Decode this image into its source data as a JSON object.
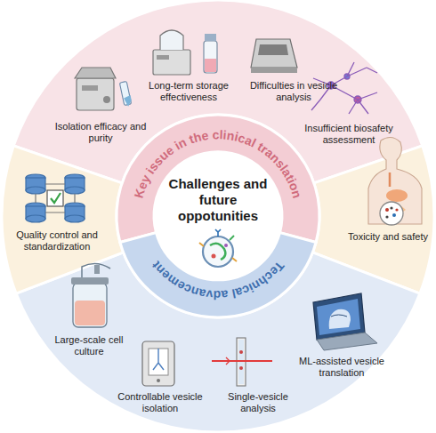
{
  "diagram": {
    "nodes": [
      {
        "text": [
          "Challenges and future oppotunities"
        ]
      }
    ],
    "labels": [
      "Key issue in the clinical translation",
      "Technical advancement",
      "Isolation efficacy and purity",
      "Long-term storage effectiveness",
      "Difficulties in vesicle analysis",
      "Insufficient biosafety assessment",
      "Quality control and standardization",
      "Toxicity and safety",
      "Large-scale cell culture",
      "Controllable vesicle isolation",
      "Single-vesicle analysis",
      "ML-assisted vesicle translation"
    ]
  }
}
